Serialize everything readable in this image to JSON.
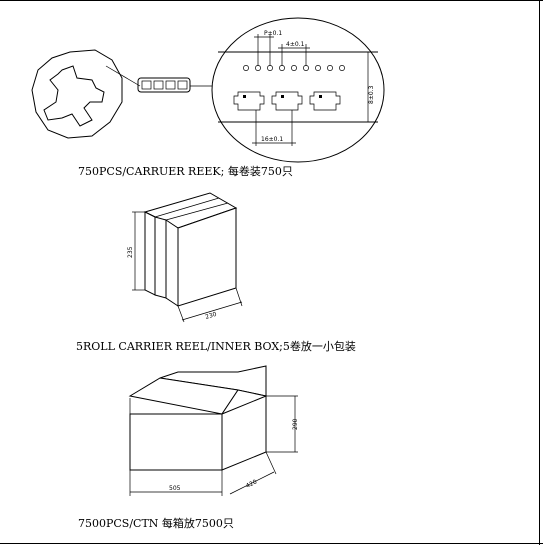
{
  "captions": {
    "reel": "750PCS/CARRUER REEK; 每卷装750只",
    "inner_box": "5ROLL CARRIER REEL/INNER BOX;5卷放一小包装",
    "carton": "7500PCS/CTN 每箱放7500只"
  },
  "tape_dims": {
    "pitch": "P±0.1",
    "hole_pitch": "4±0.1",
    "width": "8±0.3",
    "pocket_pitch": "16±0.1"
  },
  "inner_box_dims": {
    "height": "235",
    "depth": "230"
  },
  "carton_dims": {
    "width": "505",
    "depth": "420",
    "height": "290"
  }
}
